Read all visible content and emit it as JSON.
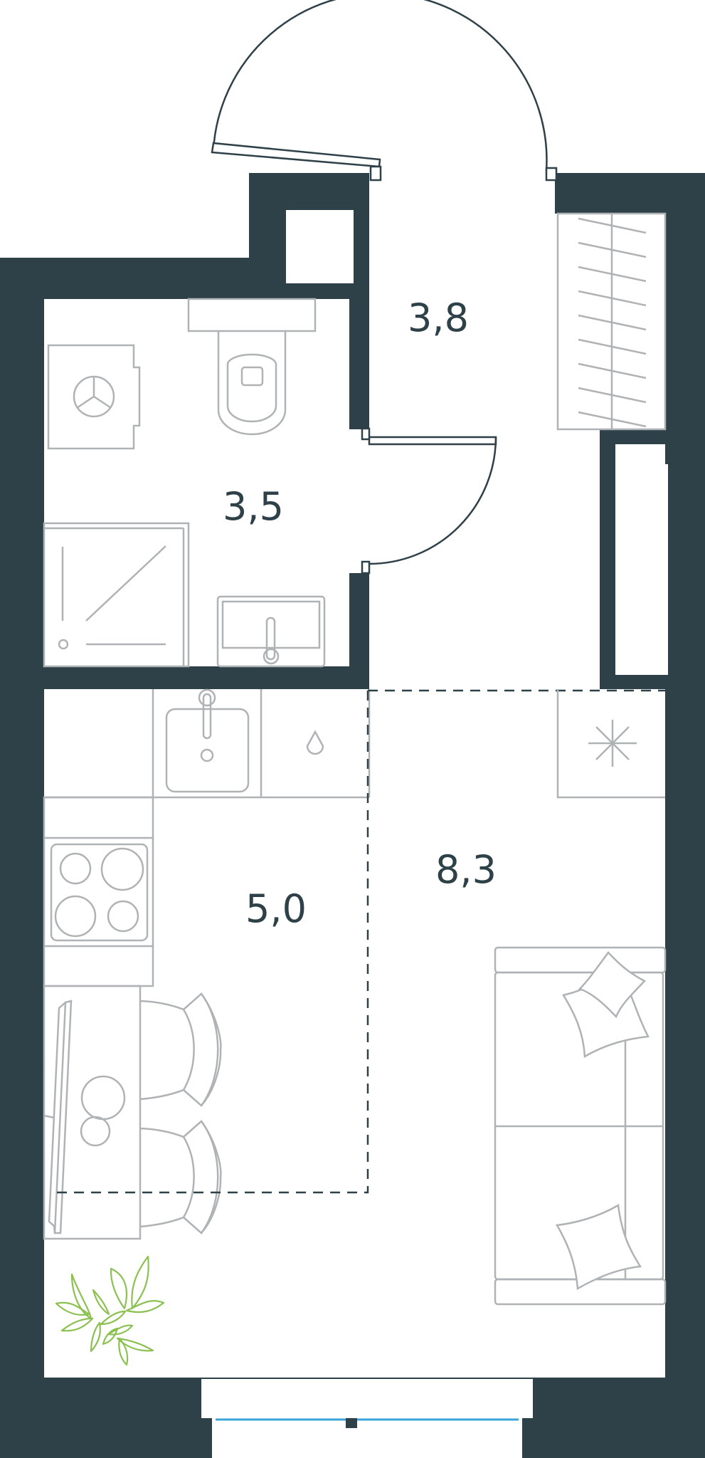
{
  "rooms": {
    "entrance_area": "3,8",
    "bathroom_area": "3,5",
    "kitchen_area": "5,0",
    "living_area": "8,3"
  },
  "colors": {
    "wall": "#2e4148",
    "fixture_line": "#b0b3b5",
    "plant": "#8cc152",
    "window_glass": "#3aa3d8"
  }
}
